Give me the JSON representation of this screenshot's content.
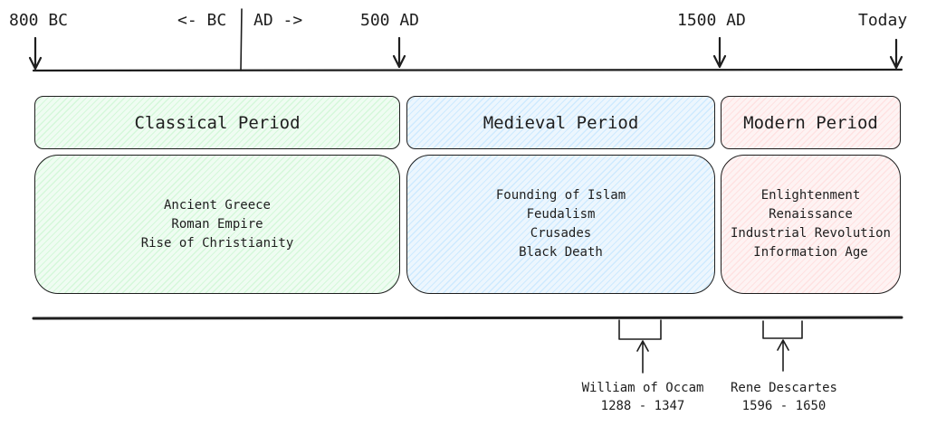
{
  "timeline": {
    "ticks": [
      {
        "label": "800 BC"
      },
      {
        "label": "<- BC"
      },
      {
        "label": "AD ->"
      },
      {
        "label": "500 AD"
      },
      {
        "label": "1500 AD"
      },
      {
        "label": "Today"
      }
    ]
  },
  "periods": [
    {
      "title": "Classical Period",
      "items": [
        "Ancient Greece",
        "Roman Empire",
        "Rise of Christianity"
      ],
      "color": "#b2f2bb"
    },
    {
      "title": "Medieval Period",
      "items": [
        "Founding of Islam",
        "Feudalism",
        "Crusades",
        "Black Death"
      ],
      "color": "#a5d8ff"
    },
    {
      "title": "Modern Period",
      "items": [
        "Enlightenment",
        "Renaissance",
        "Industrial Revolution",
        "Information Age"
      ],
      "color": "#ffc9c9"
    }
  ],
  "people": [
    {
      "name": "William of Occam",
      "years": "1288 - 1347"
    },
    {
      "name": "Rene Descartes",
      "years": "1596 - 1650"
    }
  ],
  "stroke_color": "#1e1e1e"
}
